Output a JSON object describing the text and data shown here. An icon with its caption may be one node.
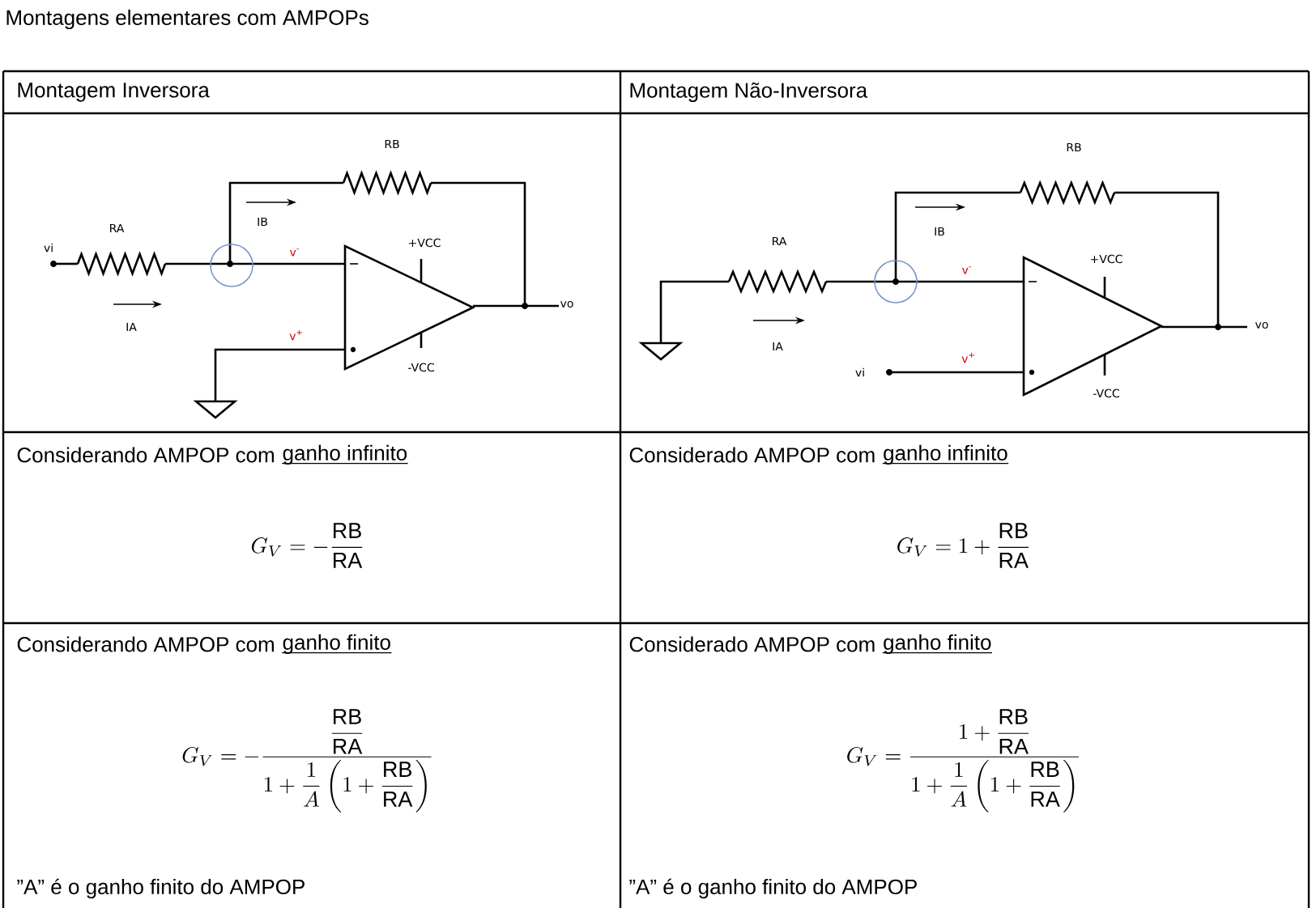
{
  "diagram": {
    "title": "Montagens elementares com AMPOPs",
    "labels": [
      "Montagem Inversora",
      "Montagem Não-Inversora",
      "RB",
      "IB",
      "RA",
      "vi",
      "v$^{-}$",
      "+VCC",
      "vo",
      "IA",
      "v$^{+}$",
      "-VCC",
      "RB",
      "IB",
      "RA",
      "v$^{-}$",
      "+VCC",
      "vo",
      "IA",
      "v$^{+}$",
      "vi",
      "-VCC",
      "Considerando AMPOP com",
      "ganho infinito",
      "Considerado AMPOP com",
      "ganho infinito",
      "G_V = -\\frac{\\mathrm{RB}}{\\mathrm{RA}}",
      "G_V = 1 + \\frac{\\mathrm{RB}}{\\mathrm{RA}}",
      "Considerando AMPOP com",
      "ganho finito",
      "Considerado AMPOP com",
      "ganho finito",
      "G_V = -\\frac{\\dfrac{\\mathrm{RB}}{\\mathrm{RA}}}{1 + \\dfrac{1}{A}\\left(1 + \\dfrac{\\mathrm{RB}}{\\mathrm{RA}}\\right)}",
      "G_V = \\frac{1 + \\dfrac{\\mathrm{RB}}{\\mathrm{RA}}}{1 + \\dfrac{1}{A}\\left(1 + \\dfrac{\\mathrm{RB}}{\\mathrm{RA}}\\right)}",
      "”A” é o ganho finito do AMPOP",
      "”A” é o ganho finito do AMPOP"
    ]
  }
}
